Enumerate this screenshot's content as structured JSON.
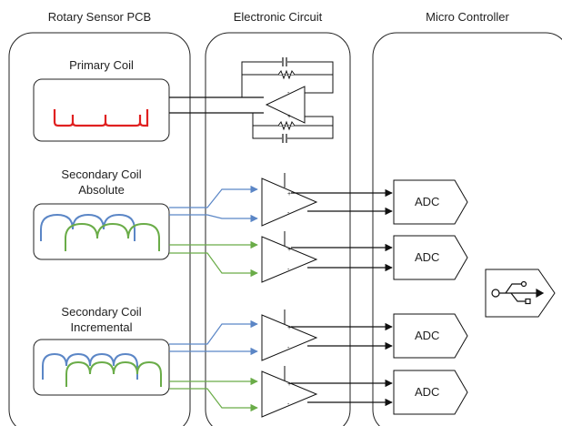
{
  "columns": {
    "sensor_title": "Rotary Sensor PCB",
    "circuit_title": "Electronic Circuit",
    "controller_title": "Micro Controller"
  },
  "coils": {
    "primary": {
      "label": "Primary Coil",
      "color": "#e02020"
    },
    "secondary_absolute": {
      "label_line1": "Secondary Coil",
      "label_line2": "Absolute"
    },
    "secondary_incremental": {
      "label_line1": "Secondary Coil",
      "label_line2": "Incremental"
    },
    "sine_color": "#5b86c6",
    "cosine_color": "#6aac48"
  },
  "adc_blocks": [
    {
      "label": "ADC"
    },
    {
      "label": "ADC"
    },
    {
      "label": "ADC"
    },
    {
      "label": "ADC"
    }
  ],
  "usb": {
    "icon": "usb-icon"
  },
  "colors": {
    "line": "#111111",
    "blue_wire": "#5b86c6",
    "green_wire": "#6aac48",
    "primary_coil": "#e02020"
  }
}
